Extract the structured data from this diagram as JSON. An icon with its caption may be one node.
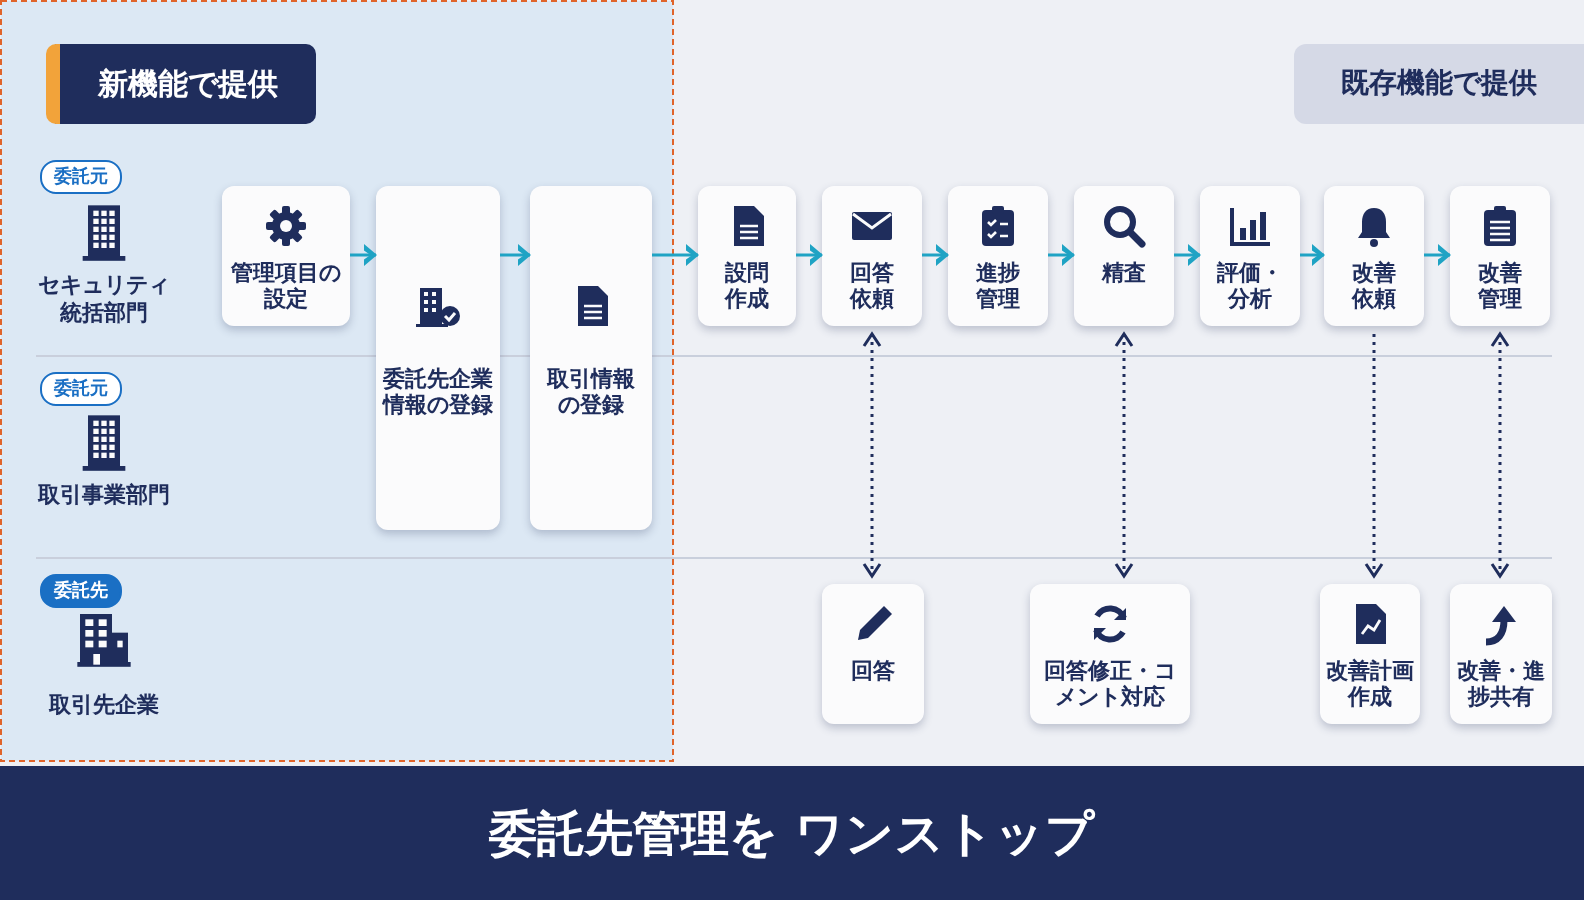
{
  "diagram": {
    "nodes": [
      {
        "text": [
          "新機能で提供"
        ]
      },
      {
        "text": [
          "既存機能で提供"
        ]
      },
      {
        "text": [
          "管理項目の設定"
        ]
      },
      {
        "text": [
          "委託先企業情報の登録"
        ]
      },
      {
        "text": [
          "取引情報の登録"
        ]
      },
      {
        "text": [
          "設問作成"
        ]
      },
      {
        "text": [
          "回答依頼"
        ]
      },
      {
        "text": [
          "進捗管理"
        ]
      },
      {
        "text": [
          "精査"
        ]
      },
      {
        "text": [
          "評価・分析"
        ]
      },
      {
        "text": [
          "改善依頼"
        ]
      },
      {
        "text": [
          "改善管理"
        ]
      },
      {
        "text": [
          "回答"
        ]
      },
      {
        "text": [
          "回答修正・コメント対応"
        ]
      },
      {
        "text": [
          "改善計画作成"
        ]
      },
      {
        "text": [
          "改善・進捗共有"
        ]
      },
      {
        "text": [
          "委託先管理を ワンストップ"
        ]
      }
    ],
    "edges": [
      {
        "from": 2,
        "to": 3,
        "arrow": "to"
      },
      {
        "from": 3,
        "to": 4,
        "arrow": "to"
      },
      {
        "from": 4,
        "to": 5,
        "arrow": "to"
      },
      {
        "from": 5,
        "to": 6,
        "arrow": "to"
      },
      {
        "from": 6,
        "to": 7,
        "arrow": "to"
      },
      {
        "from": 7,
        "to": 8,
        "arrow": "to"
      },
      {
        "from": 8,
        "to": 9,
        "arrow": "to"
      },
      {
        "from": 9,
        "to": 10,
        "arrow": "to"
      },
      {
        "from": 10,
        "to": 11,
        "arrow": "to"
      },
      {
        "from": 6,
        "to": 12,
        "arrow": "both",
        "style": "dashed",
        "color": "#1f2d5c"
      },
      {
        "from": 8,
        "to": 13,
        "arrow": "both",
        "style": "dashed",
        "color": "#1f2d5c"
      },
      {
        "from": 10,
        "to": 14,
        "arrow": "to",
        "style": "dashed",
        "color": "#1f2d5c"
      },
      {
        "from": 11,
        "to": 15,
        "arrow": "both",
        "style": "dashed",
        "color": "#1f2d5c"
      }
    ],
    "labels": [
      "委託元",
      "セキュリティ統括部門",
      "委託元",
      "取引事業部門",
      "委託先",
      "取引先企業"
    ]
  }
}
